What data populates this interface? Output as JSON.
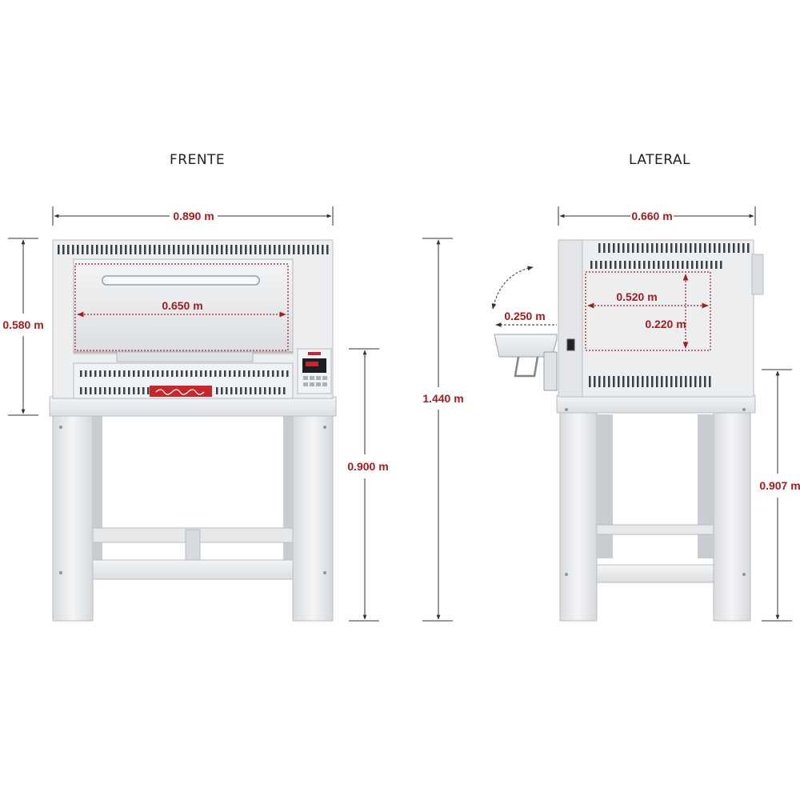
{
  "views": {
    "front": {
      "title": "FRENTE"
    },
    "side": {
      "title": "LATERAL"
    }
  },
  "dimensions": {
    "front_width": "0.890 m",
    "front_oven_height": "0.580 m",
    "front_chamber_width": "0.650 m",
    "front_stand_height": "0.900 m",
    "total_height": "1.440 m",
    "side_depth": "0.660 m",
    "side_chamber_depth": "0.520 m",
    "side_chamber_height": "0.220 m",
    "side_door_projection": "0.250 m",
    "side_stand_height": "0.907 m"
  },
  "colors": {
    "dimension_red": "#a11d22",
    "steel_light": "#eef0f2",
    "steel_mid": "#cfd3d8",
    "brand_red": "#c8262b"
  }
}
